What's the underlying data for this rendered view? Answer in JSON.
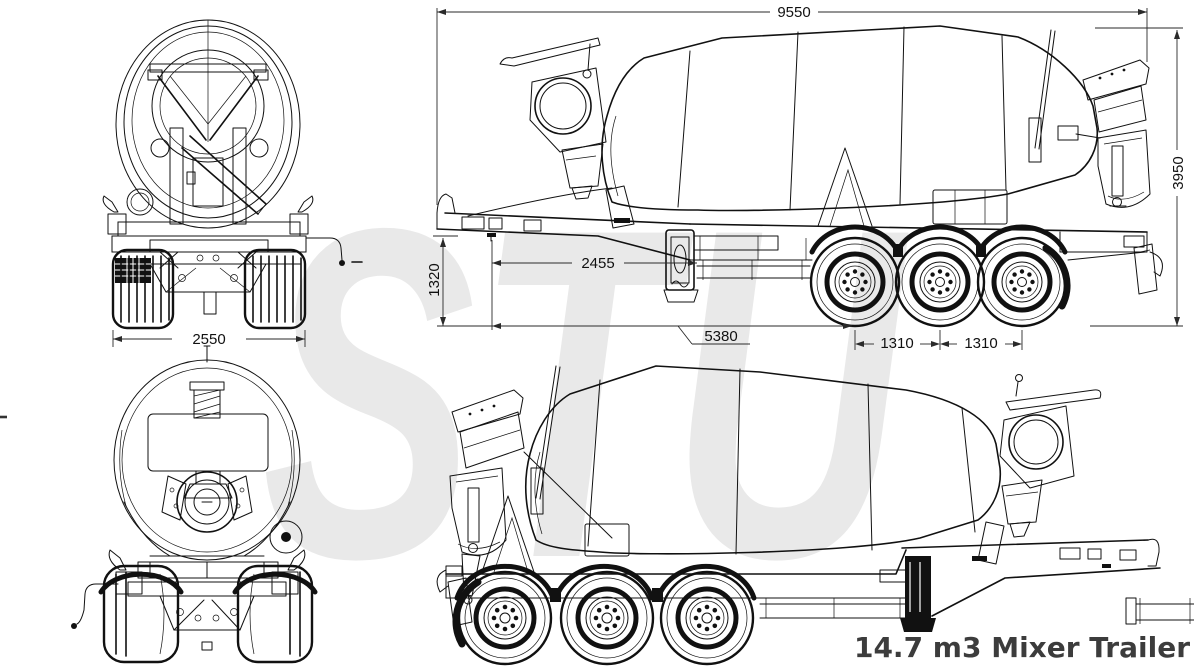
{
  "title": "14.7 m3 Mixer Trailer",
  "watermark": "STU",
  "colors": {
    "line": "#111111",
    "dimension": "#2a2a2a",
    "watermark": "#e9e9e9",
    "title_text": "#3c3c3c",
    "background": "#ffffff"
  },
  "dimensions": {
    "overall_length_mm": "9550",
    "overall_height_mm": "3950",
    "overall_width_mm": "2550",
    "kingpin_height_mm": "1320",
    "kingpin_to_landing_gear_mm": "2455",
    "kingpin_to_bogie_mm": "5380",
    "axle_spacing_front_mm": "1310",
    "axle_spacing_rear_mm": "1310"
  }
}
